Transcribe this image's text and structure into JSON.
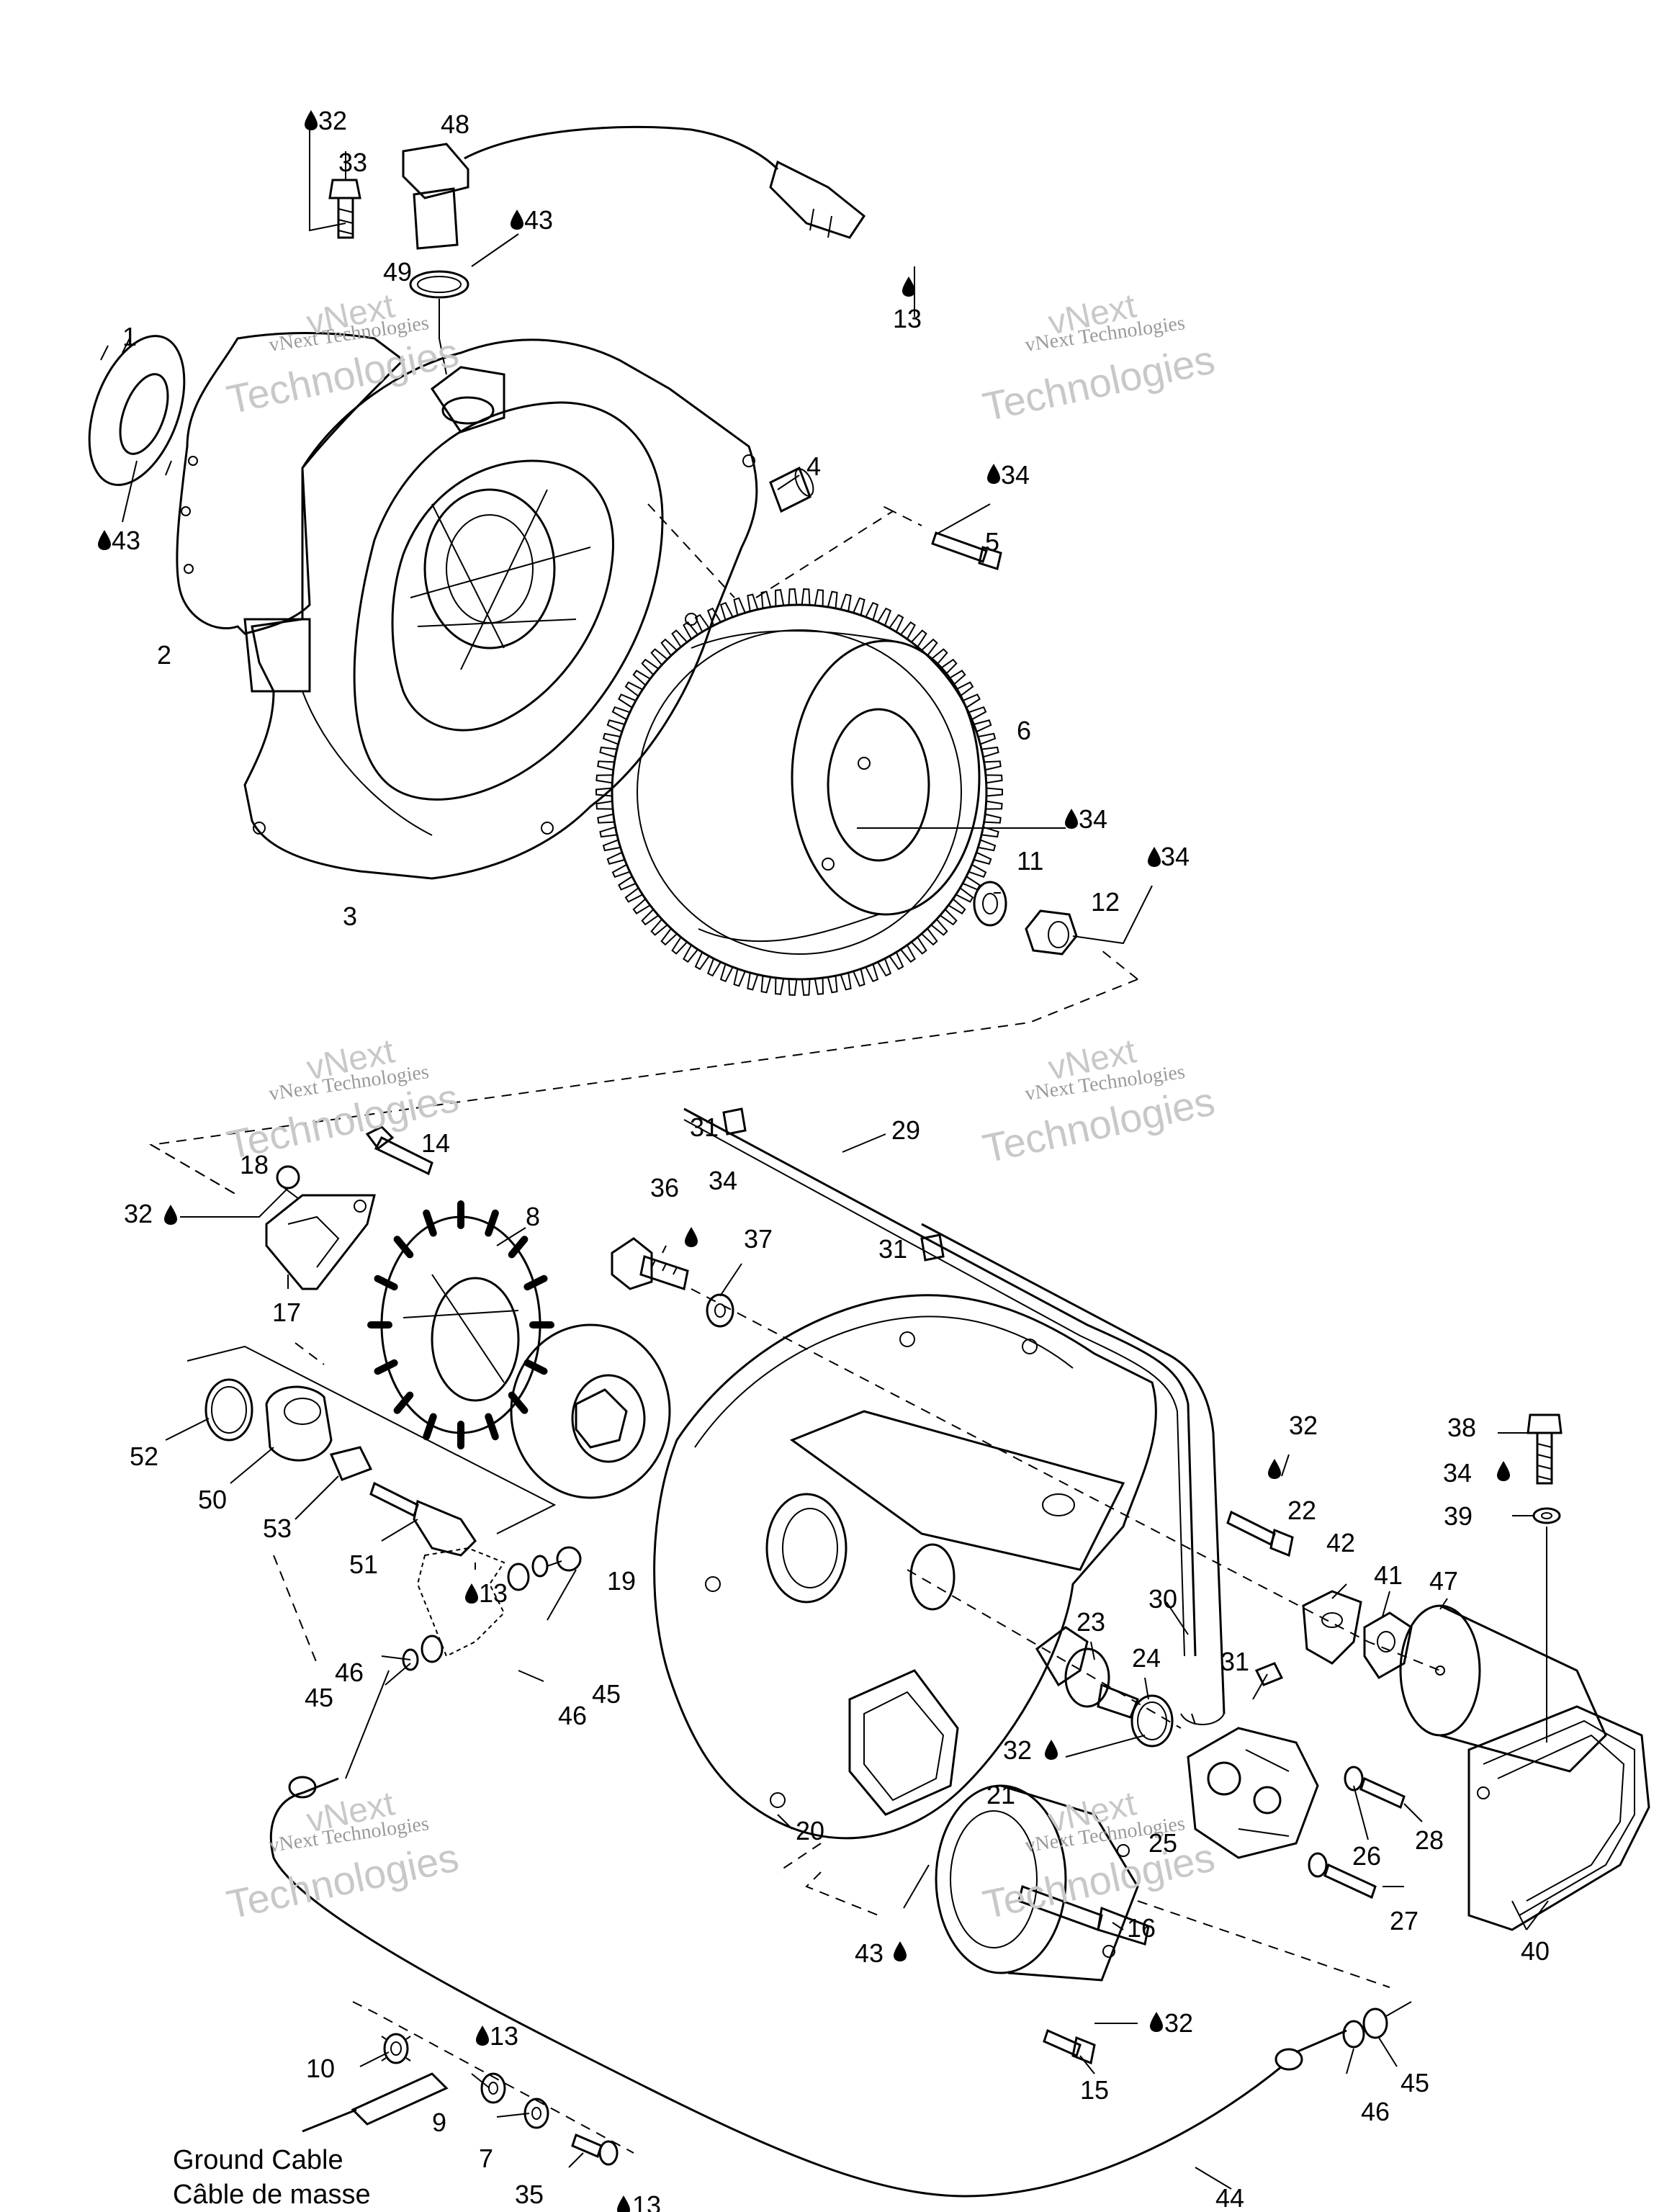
{
  "callouts": {
    "c1": "1",
    "c2": "2",
    "c3": "3",
    "c4": "4",
    "c5": "5",
    "c6": "6",
    "c7": "7",
    "c8": "8",
    "c9": "9",
    "c10": "10",
    "c11": "11",
    "c12": "12",
    "c13a": "13",
    "c13b": "13",
    "c13c": "13",
    "c13d": "13",
    "c14": "14",
    "c15": "15",
    "c16": "16",
    "c17": "17",
    "c18": "18",
    "c19": "19",
    "c20": "20",
    "c21": "21",
    "c22": "22",
    "c23": "23",
    "c24": "24",
    "c25": "25",
    "c26": "26",
    "c27": "27",
    "c28": "28",
    "c29": "29",
    "c30": "30",
    "c31a": "31",
    "c31b": "31",
    "c31c": "31",
    "c32a": "32",
    "c32b": "32",
    "c32c": "32",
    "c32d": "32",
    "c32e": "32",
    "c33": "33",
    "c34a": "34",
    "c34b": "34",
    "c34c": "34",
    "c34d": "34",
    "c34e": "34",
    "c35": "35",
    "c36": "36",
    "c37": "37",
    "c38": "38",
    "c39": "39",
    "c40": "40",
    "c41": "41",
    "c42": "42",
    "c43a": "43",
    "c43b": "43",
    "c43c": "43",
    "c44": "44",
    "c45a": "45",
    "c45b": "45",
    "c45c": "45",
    "c46a": "46",
    "c46b": "46",
    "c46c": "46",
    "c47": "47",
    "c48": "48",
    "c49": "49",
    "c50": "50",
    "c51": "51",
    "c52": "52",
    "c53": "53"
  },
  "ground_cable": {
    "line1": "Ground Cable",
    "line2": "Câble de masse"
  },
  "watermark": {
    "brand": "vNext",
    "word": "Technologies",
    "company": "vNext Technologies"
  },
  "icons": {
    "lubricant": "oil-drop-icon"
  }
}
